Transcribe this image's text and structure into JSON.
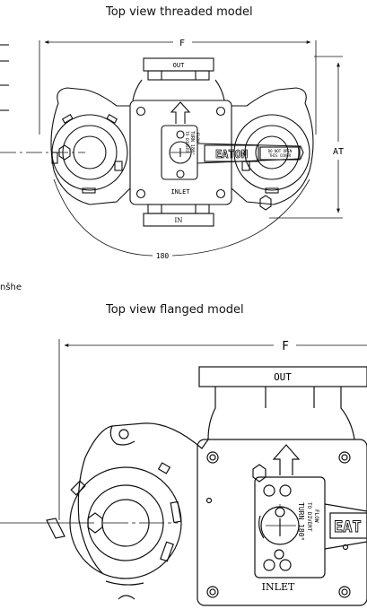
{
  "titles": {
    "threaded": "Top view threaded model",
    "flanged": "Top view flanged model"
  },
  "side_note": "nšhe",
  "threaded": {
    "dim_f": "F",
    "dim_at": "AT",
    "dim_180": "180",
    "out_label": "OUT",
    "in_label": "IN",
    "inlet_label": "INLET",
    "handle_text_1": "TURN 180°",
    "handle_text_2": "TO DIVERT",
    "handle_text_3": "FLOW",
    "brand": "EATON",
    "caution_1": "DO NOT OPEN",
    "caution_2": "THIS COVER"
  },
  "flanged": {
    "dim_f": "F",
    "out_label": "OUT",
    "inlet_label": "INLET",
    "handle_text_1": "TURN 180°",
    "handle_text_2": "TO DIVERT",
    "handle_text_3": "FLOW",
    "brand": "EAT"
  }
}
